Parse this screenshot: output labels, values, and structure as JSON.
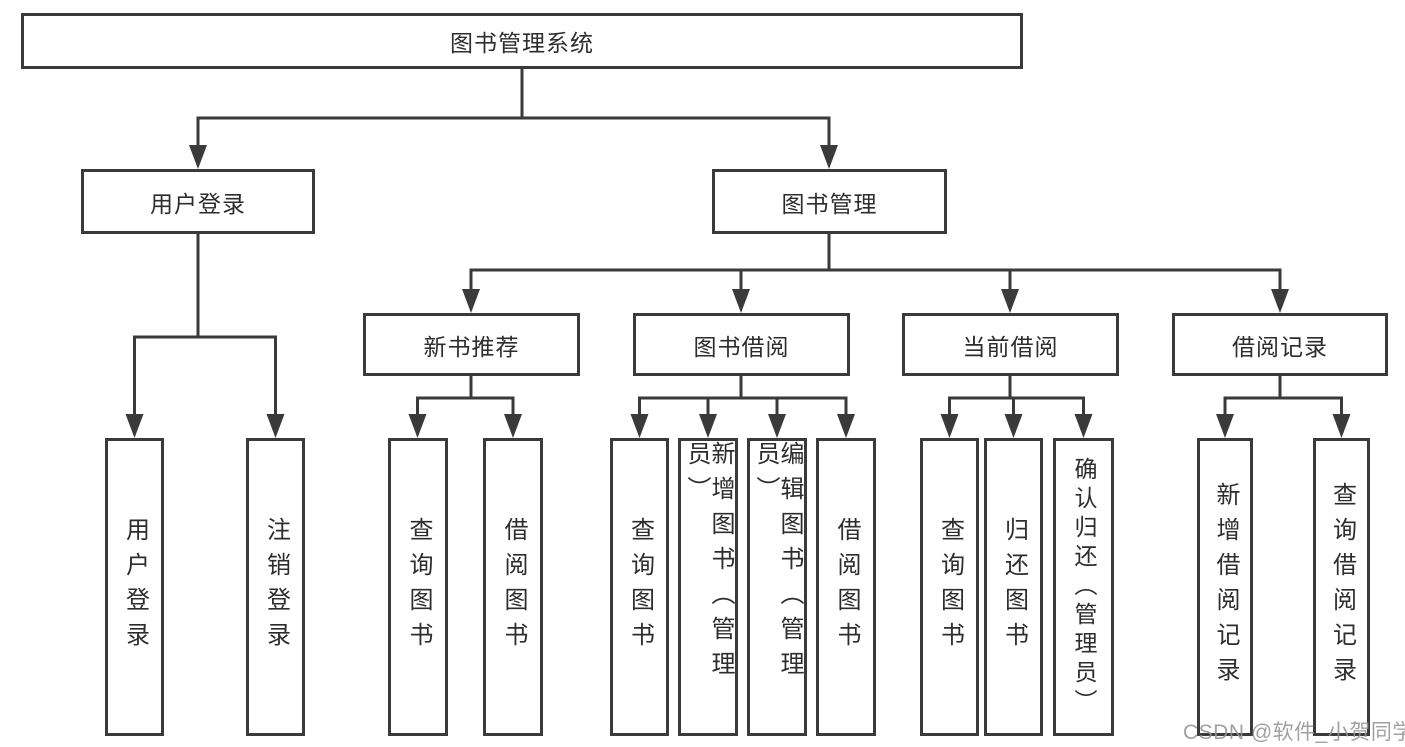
{
  "diagram": {
    "type": "org-tree",
    "root": {
      "label": "图书管理系统"
    },
    "level2": {
      "user_login": {
        "label": "用户登录"
      },
      "book_mgmt": {
        "label": "图书管理"
      }
    },
    "level3": {
      "new_book_recommend": {
        "label": "新书推荐"
      },
      "book_borrowing": {
        "label": "图书借阅"
      },
      "current_borrowing": {
        "label": "当前借阅"
      },
      "borrowing_records": {
        "label": "借阅记录"
      }
    },
    "leaves": {
      "user_login": {
        "label": "用户登录"
      },
      "logout": {
        "label": "注销登录"
      },
      "query_books_1": {
        "label": "查询图书"
      },
      "borrow_books_1": {
        "label": "借阅图书"
      },
      "query_books_2": {
        "label": "查询图书"
      },
      "add_book_admin": {
        "label": "新增图书（管理员）"
      },
      "edit_book_admin": {
        "label": "编辑图书（管理员）"
      },
      "borrow_books_2": {
        "label": "借阅图书"
      },
      "query_books_3": {
        "label": "查询图书"
      },
      "return_books": {
        "label": "归还图书"
      },
      "confirm_return_admin": {
        "label": "确认归还（管理员）"
      },
      "add_borrow_record": {
        "label": "新增借阅记录"
      },
      "query_borrow_record": {
        "label": "查询借阅记录"
      }
    },
    "watermark": "CSDN @软件_小贺同学",
    "colors": {
      "line": "#3a3a3a",
      "text": "#2d2d2d",
      "box_background": "#ffffff",
      "watermark": "#949494"
    }
  }
}
